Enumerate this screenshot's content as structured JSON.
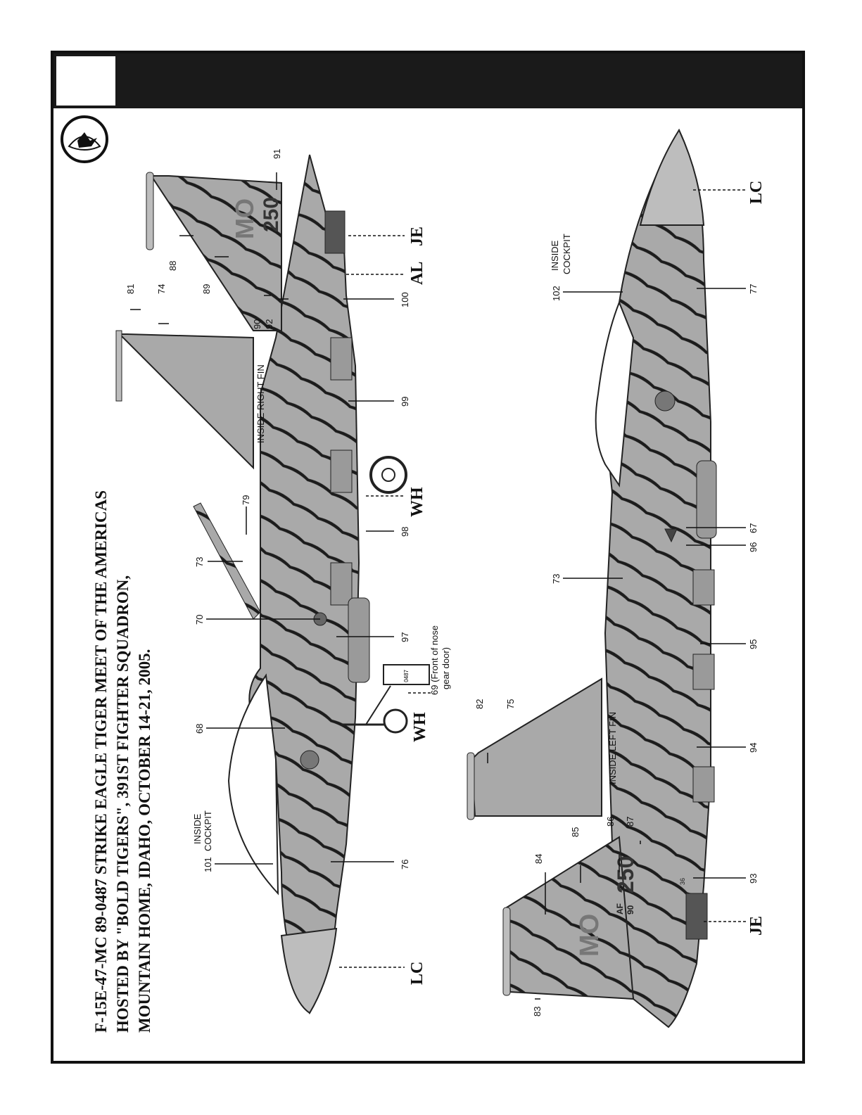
{
  "title": {
    "line1": "F-15E-47-MC  89-0487 STRIKE EAGLE   TIGER MEET OF THE AMERICAS",
    "line2": "HOSTED BY \"BOLD TIGERS\", 391ST  FIGHTER SQUADRON,",
    "line3": "MOUNTAIN HOME, IDAHO, OCTOBER 14-21, 2005."
  },
  "colors": {
    "camo": "#a9a9a9",
    "stripe": "#1c1c1c",
    "frame": "#111111",
    "canopy": "#ffffff"
  },
  "callouts": {
    "c101": "101",
    "c76": "76",
    "c68": "68",
    "c70": "70",
    "c73a": "73",
    "c79": "79",
    "c97": "97",
    "c98": "98",
    "c99": "99",
    "c100": "100",
    "c81": "81",
    "c74": "74",
    "c88": "88",
    "c89": "89",
    "c90": "90",
    "c92": "92",
    "c91": "91",
    "c69": "69 (Front of nose",
    "c69b": "gear door)",
    "c82": "82",
    "c75": "75",
    "c83": "83",
    "c84": "84",
    "c85": "85",
    "c86": "86",
    "c87": "87",
    "c93": "93",
    "c94": "94",
    "c95": "95",
    "c73b": "73",
    "c96": "96",
    "c67": "67",
    "c102": "102",
    "c77": "77"
  },
  "labels": {
    "inside_cockpit_1": "INSIDE",
    "inside_cockpit_2": "COCKPIT",
    "inside_right_fin": "INSIDE RIGHT FIN",
    "inside_left_fin": "INSIDE LEFT FIN",
    "lc": "LC",
    "wh": "WH",
    "je": "JE",
    "al": "AL"
  },
  "markings": {
    "tail_code": "MO",
    "serial_prefix": "AF",
    "serial_year": "90",
    "serial": "250",
    "small_36": "36",
    "gear_door_text": "0487"
  }
}
